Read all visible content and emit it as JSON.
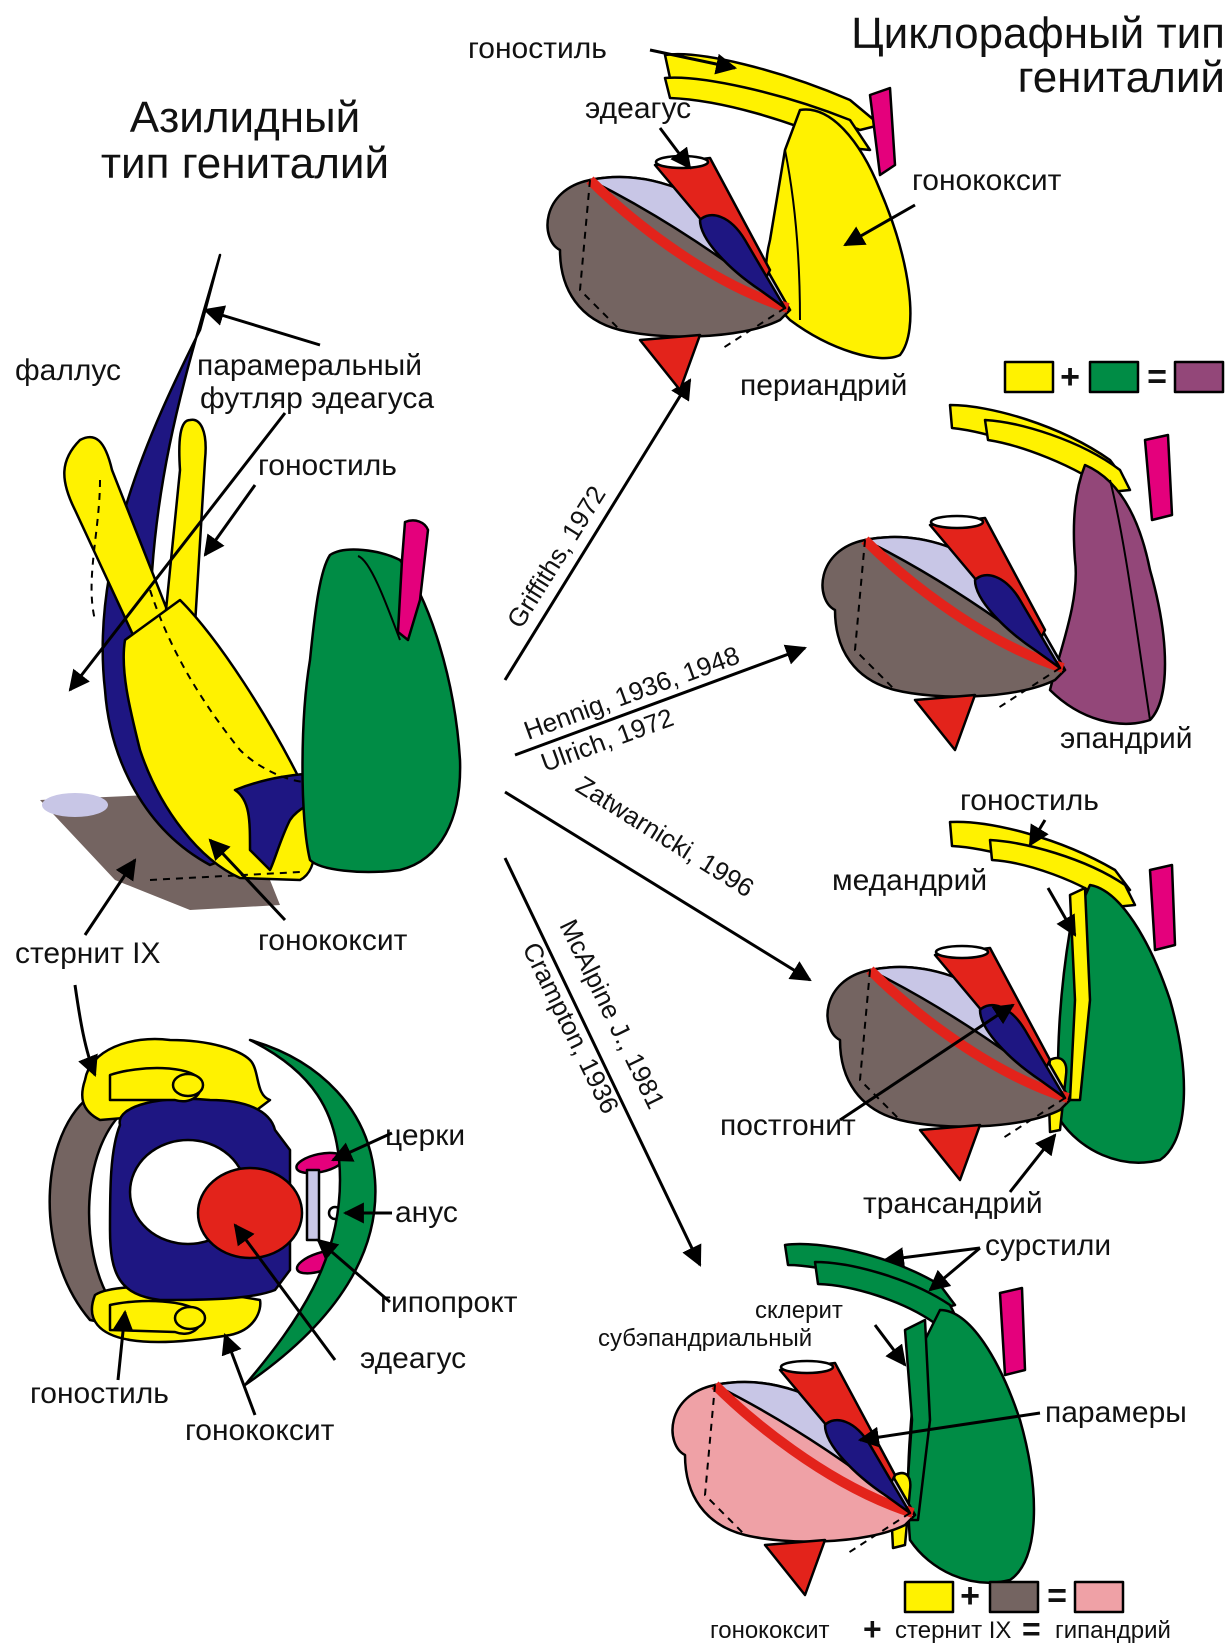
{
  "colors": {
    "yellow": "#FFF200",
    "navy": "#1E1682",
    "green": "#008C45",
    "red": "#E3231B",
    "magenta": "#E4007C",
    "grey": "#746461",
    "lavender": "#C8C6E6",
    "purple": "#934779",
    "pink": "#EFA1A6"
  },
  "titles": {
    "asilid": [
      "Азилидный",
      "тип гениталий"
    ],
    "cyclorrhaph": [
      "Циклорафный тип",
      "гениталий"
    ]
  },
  "asilid_side": {
    "phallus": "фаллус",
    "paramere_sheath": [
      "парамеральный",
      "футляр эдеагуса"
    ],
    "gonostyle": "гоностиль",
    "gonocoxite": "гонококсит",
    "sternite": "стернит IX"
  },
  "asilid_rear": {
    "cerci": "церки",
    "anus": "анус",
    "hypoproct": "гипопрокт",
    "aedeagus": "эдеагус",
    "gonostyle": "гоностиль",
    "gonocoxite": "гонококсит"
  },
  "panel1": {
    "gonostyle": "гоностиль",
    "aedeagus": "эдеагус",
    "gonocoxite": "гонококсит",
    "name": "периандрий"
  },
  "panel2": {
    "name": "эпандрий"
  },
  "panel3": {
    "gonostyle": "гоностиль",
    "medandrium": "медандрий",
    "postgonite": "постгонит",
    "transandrium": "трансандрий"
  },
  "panel4": {
    "surstyli": "сурстили",
    "subepandrial": [
      "склерит",
      "субэпандриальный"
    ],
    "parameres": "парамеры"
  },
  "formula_top": {
    "plus": "+",
    "equals": "="
  },
  "formula_bottom": {
    "plus": "+",
    "equals": "=",
    "caption_a": "гонококсит",
    "caption_b": "стернит IX",
    "caption_c": "гипандрий"
  },
  "citations": {
    "griffiths": "Griffiths, 1972",
    "hennig": "Hennig, 1936, 1948",
    "ulrich": "Ulrich, 1972",
    "zatwarnicki": "Zatwarnicki, 1996",
    "mcalpine": "McAlpine J., 1981",
    "crampton": "Crampton, 1936"
  }
}
